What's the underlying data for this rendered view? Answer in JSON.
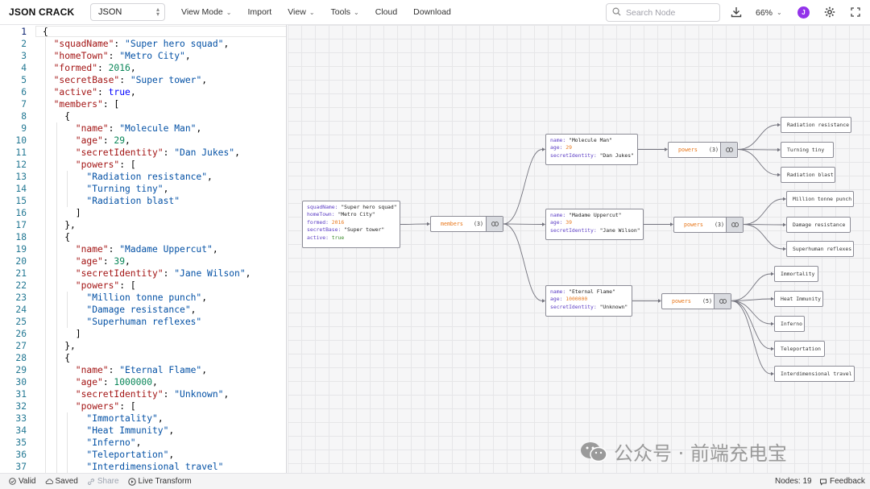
{
  "app": {
    "brand": "JSON CRACK",
    "format": "JSON",
    "menu": [
      {
        "label": "View Mode",
        "dropdown": true
      },
      {
        "label": "Import",
        "dropdown": false
      },
      {
        "label": "View",
        "dropdown": true
      },
      {
        "label": "Tools",
        "dropdown": true
      },
      {
        "label": "Cloud",
        "dropdown": false
      },
      {
        "label": "Download",
        "dropdown": false
      }
    ],
    "search_placeholder": "Search Node",
    "zoom": "66%",
    "avatar_initial": "J",
    "icons": [
      "search-icon",
      "download-icon",
      "chevron-down-icon",
      "gear-icon",
      "fullscreen-icon",
      "link-icon"
    ]
  },
  "editor": {
    "lines": [
      {
        "n": "1",
        "indent": 0,
        "tokens": [
          [
            "p",
            "{"
          ]
        ]
      },
      {
        "n": "2",
        "indent": 1,
        "tokens": [
          [
            "key",
            "\"squadName\""
          ],
          [
            "p",
            ": "
          ],
          [
            "str",
            "\"Super hero squad\""
          ],
          [
            "p",
            ","
          ]
        ]
      },
      {
        "n": "3",
        "indent": 1,
        "tokens": [
          [
            "key",
            "\"homeTown\""
          ],
          [
            "p",
            ": "
          ],
          [
            "str",
            "\"Metro City\""
          ],
          [
            "p",
            ","
          ]
        ]
      },
      {
        "n": "4",
        "indent": 1,
        "tokens": [
          [
            "key",
            "\"formed\""
          ],
          [
            "p",
            ": "
          ],
          [
            "num",
            "2016"
          ],
          [
            "p",
            ","
          ]
        ]
      },
      {
        "n": "5",
        "indent": 1,
        "tokens": [
          [
            "key",
            "\"secretBase\""
          ],
          [
            "p",
            ": "
          ],
          [
            "str",
            "\"Super tower\""
          ],
          [
            "p",
            ","
          ]
        ]
      },
      {
        "n": "6",
        "indent": 1,
        "tokens": [
          [
            "key",
            "\"active\""
          ],
          [
            "p",
            ": "
          ],
          [
            "kw",
            "true"
          ],
          [
            "p",
            ","
          ]
        ]
      },
      {
        "n": "7",
        "indent": 1,
        "tokens": [
          [
            "key",
            "\"members\""
          ],
          [
            "p",
            ": ["
          ]
        ]
      },
      {
        "n": "8",
        "indent": 2,
        "tokens": [
          [
            "p",
            "{"
          ]
        ]
      },
      {
        "n": "9",
        "indent": 3,
        "tokens": [
          [
            "key",
            "\"name\""
          ],
          [
            "p",
            ": "
          ],
          [
            "str",
            "\"Molecule Man\""
          ],
          [
            "p",
            ","
          ]
        ]
      },
      {
        "n": "10",
        "indent": 3,
        "tokens": [
          [
            "key",
            "\"age\""
          ],
          [
            "p",
            ": "
          ],
          [
            "num",
            "29"
          ],
          [
            "p",
            ","
          ]
        ]
      },
      {
        "n": "11",
        "indent": 3,
        "tokens": [
          [
            "key",
            "\"secretIdentity\""
          ],
          [
            "p",
            ": "
          ],
          [
            "str",
            "\"Dan Jukes\""
          ],
          [
            "p",
            ","
          ]
        ]
      },
      {
        "n": "12",
        "indent": 3,
        "tokens": [
          [
            "key",
            "\"powers\""
          ],
          [
            "p",
            ": ["
          ]
        ]
      },
      {
        "n": "13",
        "indent": 4,
        "tokens": [
          [
            "str",
            "\"Radiation resistance\""
          ],
          [
            "p",
            ","
          ]
        ]
      },
      {
        "n": "14",
        "indent": 4,
        "tokens": [
          [
            "str",
            "\"Turning tiny\""
          ],
          [
            "p",
            ","
          ]
        ]
      },
      {
        "n": "15",
        "indent": 4,
        "tokens": [
          [
            "str",
            "\"Radiation blast\""
          ]
        ]
      },
      {
        "n": "16",
        "indent": 3,
        "tokens": [
          [
            "p",
            "]"
          ]
        ]
      },
      {
        "n": "17",
        "indent": 2,
        "tokens": [
          [
            "p",
            "},"
          ]
        ]
      },
      {
        "n": "18",
        "indent": 2,
        "tokens": [
          [
            "p",
            "{"
          ]
        ]
      },
      {
        "n": "19",
        "indent": 3,
        "tokens": [
          [
            "key",
            "\"name\""
          ],
          [
            "p",
            ": "
          ],
          [
            "str",
            "\"Madame Uppercut\""
          ],
          [
            "p",
            ","
          ]
        ]
      },
      {
        "n": "20",
        "indent": 3,
        "tokens": [
          [
            "key",
            "\"age\""
          ],
          [
            "p",
            ": "
          ],
          [
            "num",
            "39"
          ],
          [
            "p",
            ","
          ]
        ]
      },
      {
        "n": "21",
        "indent": 3,
        "tokens": [
          [
            "key",
            "\"secretIdentity\""
          ],
          [
            "p",
            ": "
          ],
          [
            "str",
            "\"Jane Wilson\""
          ],
          [
            "p",
            ","
          ]
        ]
      },
      {
        "n": "22",
        "indent": 3,
        "tokens": [
          [
            "key",
            "\"powers\""
          ],
          [
            "p",
            ": ["
          ]
        ]
      },
      {
        "n": "23",
        "indent": 4,
        "tokens": [
          [
            "str",
            "\"Million tonne punch\""
          ],
          [
            "p",
            ","
          ]
        ]
      },
      {
        "n": "24",
        "indent": 4,
        "tokens": [
          [
            "str",
            "\"Damage resistance\""
          ],
          [
            "p",
            ","
          ]
        ]
      },
      {
        "n": "25",
        "indent": 4,
        "tokens": [
          [
            "str",
            "\"Superhuman reflexes\""
          ]
        ]
      },
      {
        "n": "26",
        "indent": 3,
        "tokens": [
          [
            "p",
            "]"
          ]
        ]
      },
      {
        "n": "27",
        "indent": 2,
        "tokens": [
          [
            "p",
            "},"
          ]
        ]
      },
      {
        "n": "28",
        "indent": 2,
        "tokens": [
          [
            "p",
            "{"
          ]
        ]
      },
      {
        "n": "29",
        "indent": 3,
        "tokens": [
          [
            "key",
            "\"name\""
          ],
          [
            "p",
            ": "
          ],
          [
            "str",
            "\"Eternal Flame\""
          ],
          [
            "p",
            ","
          ]
        ]
      },
      {
        "n": "30",
        "indent": 3,
        "tokens": [
          [
            "key",
            "\"age\""
          ],
          [
            "p",
            ": "
          ],
          [
            "num",
            "1000000"
          ],
          [
            "p",
            ","
          ]
        ]
      },
      {
        "n": "31",
        "indent": 3,
        "tokens": [
          [
            "key",
            "\"secretIdentity\""
          ],
          [
            "p",
            ": "
          ],
          [
            "str",
            "\"Unknown\""
          ],
          [
            "p",
            ","
          ]
        ]
      },
      {
        "n": "32",
        "indent": 3,
        "tokens": [
          [
            "key",
            "\"powers\""
          ],
          [
            "p",
            ": ["
          ]
        ]
      },
      {
        "n": "33",
        "indent": 4,
        "tokens": [
          [
            "str",
            "\"Immortality\""
          ],
          [
            "p",
            ","
          ]
        ]
      },
      {
        "n": "34",
        "indent": 4,
        "tokens": [
          [
            "str",
            "\"Heat Immunity\""
          ],
          [
            "p",
            ","
          ]
        ]
      },
      {
        "n": "35",
        "indent": 4,
        "tokens": [
          [
            "str",
            "\"Inferno\""
          ],
          [
            "p",
            ","
          ]
        ]
      },
      {
        "n": "36",
        "indent": 4,
        "tokens": [
          [
            "str",
            "\"Teleportation\""
          ],
          [
            "p",
            ","
          ]
        ]
      },
      {
        "n": "37",
        "indent": 4,
        "tokens": [
          [
            "str",
            "\"Interdimensional travel\""
          ]
        ]
      }
    ]
  },
  "graph": {
    "root": {
      "rows": [
        [
          [
            "squadName: ",
            "k"
          ],
          [
            "\"Super hero squad\"",
            "s"
          ]
        ],
        [
          [
            "homeTown: ",
            "k"
          ],
          [
            "\"Metro City\"",
            "s"
          ]
        ],
        [
          [
            "formed: ",
            "k"
          ],
          [
            "2016",
            "n"
          ]
        ],
        [
          [
            "secretBase: ",
            "k"
          ],
          [
            "\"Super tower\"",
            "s"
          ]
        ],
        [
          [
            "active: ",
            "k"
          ],
          [
            "true",
            "b"
          ]
        ]
      ]
    },
    "members_array": {
      "label": "members",
      "count": "(3)"
    },
    "members": [
      {
        "rows": [
          [
            [
              "name: ",
              "k"
            ],
            [
              "\"Molecule Man\"",
              "s"
            ]
          ],
          [
            [
              "age: ",
              "k"
            ],
            [
              "29",
              "n"
            ]
          ],
          [
            [
              "secretIdentity: ",
              "k"
            ],
            [
              "\"Dan Jukes\"",
              "s"
            ]
          ]
        ],
        "powers_label": "powers",
        "powers_count": "(3)",
        "powers": [
          "Radiation resistance",
          "Turning tiny",
          "Radiation blast"
        ]
      },
      {
        "rows": [
          [
            [
              "name: ",
              "k"
            ],
            [
              "\"Madame Uppercut\"",
              "s"
            ]
          ],
          [
            [
              "age: ",
              "k"
            ],
            [
              "39",
              "n"
            ]
          ],
          [
            [
              "secretIdentity: ",
              "k"
            ],
            [
              "\"Jane Wilson\"",
              "s"
            ]
          ]
        ],
        "powers_label": "powers",
        "powers_count": "(3)",
        "powers": [
          "Million tonne punch",
          "Damage resistance",
          "Superhuman reflexes"
        ]
      },
      {
        "rows": [
          [
            [
              "name: ",
              "k"
            ],
            [
              "\"Eternal Flame\"",
              "s"
            ]
          ],
          [
            [
              "age: ",
              "k"
            ],
            [
              "1000000",
              "n"
            ]
          ],
          [
            [
              "secretIdentity: ",
              "k"
            ],
            [
              "\"Unknown\"",
              "s"
            ]
          ]
        ],
        "powers_label": "powers",
        "powers_count": "(5)",
        "powers": [
          "Immortality",
          "Heat Immunity",
          "Inferno",
          "Teleportation",
          "Interdimensional travel"
        ]
      }
    ]
  },
  "watermark": "公众号 · 前端充电宝",
  "statusbar": {
    "valid": "Valid",
    "saved": "Saved",
    "share": "Share",
    "live_transform": "Live Transform",
    "nodes": "Nodes: 19",
    "feedback": "Feedback"
  },
  "colors": {
    "key": "#a31515",
    "string": "#0451a5",
    "number": "#098658",
    "keyword": "#0000ff",
    "graph_key": "#5b3cc4",
    "graph_array": "#e8771a",
    "avatar": "#9333ea"
  }
}
